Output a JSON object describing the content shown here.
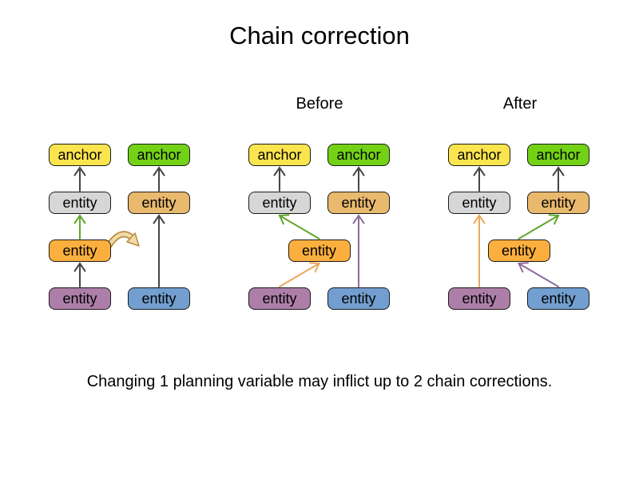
{
  "title": "Chain correction",
  "caption": "Changing 1 planning variable may inflict up to 2 chain corrections.",
  "colors": {
    "yellow": "#FBE54E",
    "green": "#73D216",
    "gray": "#D6D6D6",
    "orange": "#FCAF3E",
    "tan": "#E9B96E",
    "purple": "#AD7FA8",
    "blue": "#729FCF",
    "arrow_dark": "#444444",
    "arrow_green": "#5FA728",
    "arrow_orange": "#EDA55C",
    "arrow_purple": "#8D6C9C",
    "move_arrow_fill": "#F0DCA8",
    "move_arrow_stroke": "#B98C3F"
  },
  "diagram": {
    "groups": [
      {
        "id": "initial",
        "label": "",
        "move_arrow": true,
        "nodes": [
          {
            "id": "g1-anchor-a",
            "label": "anchor",
            "color": "yellow",
            "col": 0,
            "row": 0
          },
          {
            "id": "g1-entity-gray",
            "label": "entity",
            "color": "gray",
            "col": 0,
            "row": 1
          },
          {
            "id": "g1-entity-orange",
            "label": "entity",
            "color": "orange",
            "col": 0,
            "row": 2
          },
          {
            "id": "g1-entity-purple",
            "label": "entity",
            "color": "purple",
            "col": 0,
            "row": 3
          },
          {
            "id": "g1-anchor-b",
            "label": "anchor",
            "color": "green",
            "col": 1,
            "row": 0
          },
          {
            "id": "g1-entity-tan",
            "label": "entity",
            "color": "tan",
            "col": 1,
            "row": 1
          },
          {
            "id": "g1-entity-blue",
            "label": "entity",
            "color": "blue",
            "col": 1,
            "row": 3
          }
        ],
        "arrows": [
          {
            "from": "g1-entity-purple",
            "to": "g1-entity-orange",
            "color": "arrow_dark"
          },
          {
            "from": "g1-entity-orange",
            "to": "g1-entity-gray",
            "color": "arrow_green"
          },
          {
            "from": "g1-entity-gray",
            "to": "g1-anchor-a",
            "color": "arrow_dark"
          },
          {
            "from": "g1-entity-blue",
            "to": "g1-entity-tan",
            "color": "arrow_dark"
          },
          {
            "from": "g1-entity-tan",
            "to": "g1-anchor-b",
            "color": "arrow_dark"
          }
        ]
      },
      {
        "id": "before",
        "label": "Before",
        "move_arrow": false,
        "nodes": [
          {
            "id": "g2-anchor-a",
            "label": "anchor",
            "color": "yellow",
            "col": 0,
            "row": 0
          },
          {
            "id": "g2-entity-gray",
            "label": "entity",
            "color": "gray",
            "col": 0,
            "row": 1
          },
          {
            "id": "g2-entity-purple",
            "label": "entity",
            "color": "purple",
            "col": 0,
            "row": 3
          },
          {
            "id": "g2-anchor-b",
            "label": "anchor",
            "color": "green",
            "col": 1,
            "row": 0
          },
          {
            "id": "g2-entity-tan",
            "label": "entity",
            "color": "tan",
            "col": 1,
            "row": 1
          },
          {
            "id": "g2-entity-blue",
            "label": "entity",
            "color": "blue",
            "col": 1,
            "row": 3
          },
          {
            "id": "g2-entity-orange",
            "label": "entity",
            "color": "orange",
            "col": 0.5,
            "row": 2
          }
        ],
        "arrows": [
          {
            "from": "g2-entity-gray",
            "to": "g2-anchor-a",
            "color": "arrow_dark"
          },
          {
            "from": "g2-entity-tan",
            "to": "g2-anchor-b",
            "color": "arrow_dark"
          },
          {
            "from": "g2-entity-orange",
            "to": "g2-entity-gray",
            "color": "arrow_green"
          },
          {
            "from": "g2-entity-purple",
            "to": "g2-entity-orange",
            "color": "arrow_orange"
          },
          {
            "from": "g2-entity-blue",
            "to": "g2-entity-tan",
            "color": "arrow_purple"
          }
        ]
      },
      {
        "id": "after",
        "label": "After",
        "move_arrow": false,
        "nodes": [
          {
            "id": "g3-anchor-a",
            "label": "anchor",
            "color": "yellow",
            "col": 0,
            "row": 0
          },
          {
            "id": "g3-entity-gray",
            "label": "entity",
            "color": "gray",
            "col": 0,
            "row": 1
          },
          {
            "id": "g3-entity-purple",
            "label": "entity",
            "color": "purple",
            "col": 0,
            "row": 3
          },
          {
            "id": "g3-anchor-b",
            "label": "anchor",
            "color": "green",
            "col": 1,
            "row": 0
          },
          {
            "id": "g3-entity-tan",
            "label": "entity",
            "color": "tan",
            "col": 1,
            "row": 1
          },
          {
            "id": "g3-entity-blue",
            "label": "entity",
            "color": "blue",
            "col": 1,
            "row": 3
          },
          {
            "id": "g3-entity-orange",
            "label": "entity",
            "color": "orange",
            "col": 0.5,
            "row": 2
          }
        ],
        "arrows": [
          {
            "from": "g3-entity-gray",
            "to": "g3-anchor-a",
            "color": "arrow_dark"
          },
          {
            "from": "g3-entity-tan",
            "to": "g3-anchor-b",
            "color": "arrow_dark"
          },
          {
            "from": "g3-entity-purple",
            "to": "g3-entity-gray",
            "color": "arrow_orange"
          },
          {
            "from": "g3-entity-orange",
            "to": "g3-entity-tan",
            "color": "arrow_green"
          },
          {
            "from": "g3-entity-blue",
            "to": "g3-entity-orange",
            "color": "arrow_purple"
          }
        ]
      }
    ]
  }
}
